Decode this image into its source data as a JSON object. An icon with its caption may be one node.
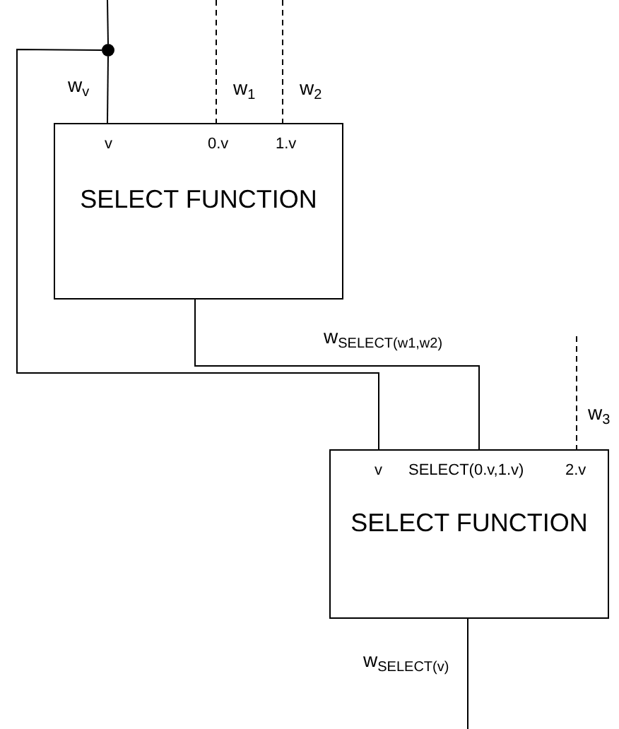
{
  "diagram": {
    "nodes": [
      {
        "text": [
          "v",
          "0.v",
          "1.v",
          "SELECT FUNCTION"
        ]
      },
      {
        "text": [
          "v",
          "SELECT(0.v,1.v)",
          "2.v",
          "SELECT FUNCTION"
        ]
      },
      {
        "text": [],
        "shape": "circle"
      }
    ],
    "edges": [
      {
        "from": null,
        "to": 2,
        "arrow": "none"
      },
      {
        "from": 2,
        "to": 0,
        "arrow": "none",
        "label": "w$_{v}$"
      },
      {
        "from": 2,
        "to": 1,
        "arrow": "none"
      },
      {
        "from": null,
        "to": 0,
        "arrow": "none",
        "style": "dashed",
        "label": "w$_{1}$"
      },
      {
        "from": null,
        "to": 0,
        "arrow": "none",
        "style": "dashed",
        "label": "w$_{2}$"
      },
      {
        "from": 0,
        "to": 1,
        "arrow": "none",
        "label": "w$_{SELECT(w1,w2)}$"
      },
      {
        "from": null,
        "to": 1,
        "arrow": "none",
        "style": "dashed",
        "label": "w$_{3}$"
      },
      {
        "from": 1,
        "to": null,
        "arrow": "none",
        "label": "w$_{SELECT(v)}$"
      }
    ]
  }
}
